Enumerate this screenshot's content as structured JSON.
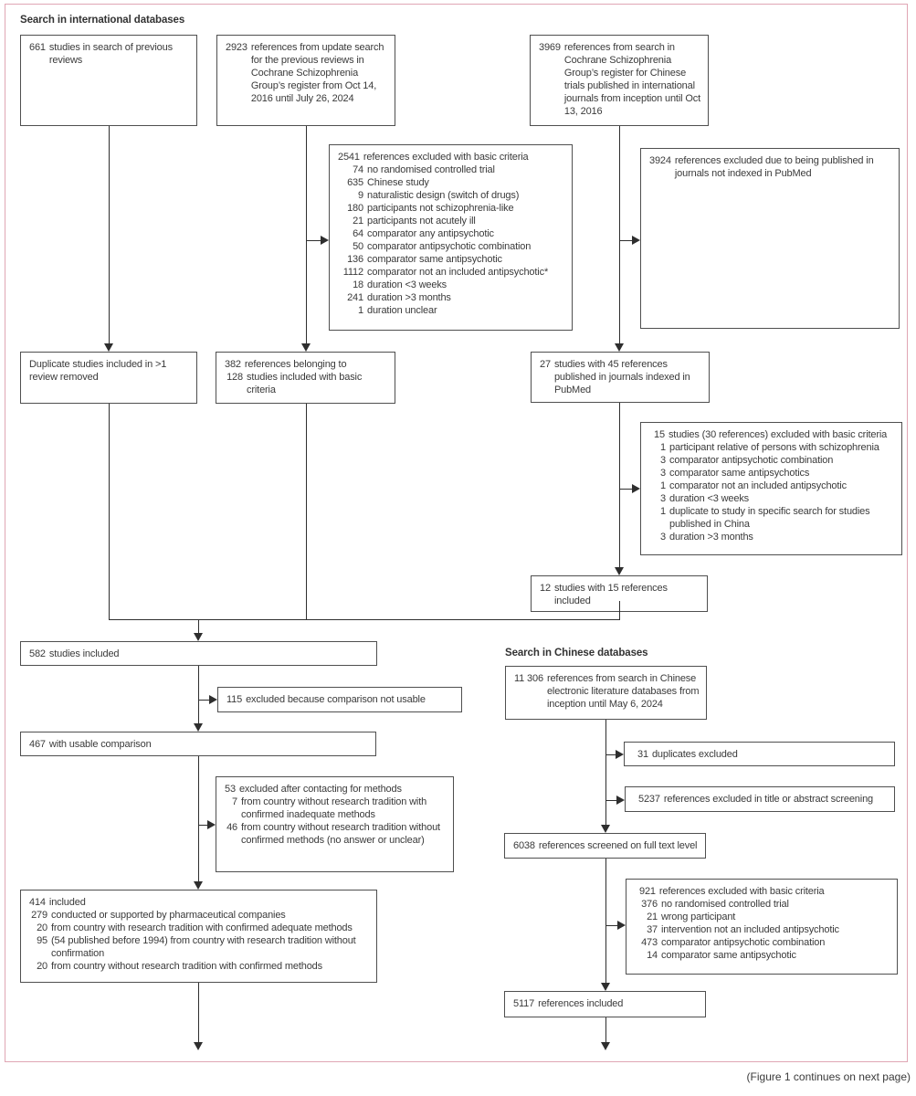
{
  "figure": {
    "section_international_label": "Search in international databases",
    "section_chinese_label": "Search in Chinese databases",
    "footer_note": "(Figure 1 continues on next page)",
    "frame_color": "#e0a6b4",
    "line_color": "#2e2e2e"
  },
  "boxes": {
    "previous_reviews": {
      "lines": [
        {
          "n": "661",
          "t": "studies in search of previous reviews"
        }
      ]
    },
    "update_search": {
      "lines": [
        {
          "n": "2923",
          "t": "references from update search for the previous reviews in Cochrane Schizophrenia Group’s register from Oct 14, 2016 until July 26, 2024"
        }
      ]
    },
    "chinese_trials_register": {
      "lines": [
        {
          "n": "3969",
          "t": "references from search in Cochrane Schizophrenia Group’s register for Chinese trials published in international journals from inception until Oct 13, 2016"
        }
      ]
    },
    "excluded_basic_2541": {
      "lines": [
        {
          "n": "2541",
          "t": "references excluded with basic criteria"
        },
        {
          "n": "74",
          "t": "no randomised controlled trial",
          "s": 1
        },
        {
          "n": "635",
          "t": "Chinese study",
          "s": 1
        },
        {
          "n": "9",
          "t": "naturalistic design (switch of drugs)",
          "s": 1
        },
        {
          "n": "180",
          "t": "participants not schizophrenia-like",
          "s": 1
        },
        {
          "n": "21",
          "t": "participants not acutely ill",
          "s": 1
        },
        {
          "n": "64",
          "t": "comparator any antipsychotic",
          "s": 1
        },
        {
          "n": "50",
          "t": "comparator antipsychotic combination",
          "s": 1
        },
        {
          "n": "136",
          "t": "comparator same antipsychotic",
          "s": 1
        },
        {
          "n": "1112",
          "t": "comparator not an included antipsychotic*",
          "s": 1
        },
        {
          "n": "18",
          "t": "duration <3 weeks",
          "s": 1
        },
        {
          "n": "241",
          "t": "duration >3 months",
          "s": 1
        },
        {
          "n": "1",
          "t": "duration unclear",
          "s": 1
        }
      ]
    },
    "excluded_not_pubmed": {
      "lines": [
        {
          "n": "3924",
          "t": "references excluded due to being published in journals not indexed in PubMed"
        }
      ]
    },
    "duplicates_removed": {
      "lines": [
        {
          "t": "Duplicate studies included in >1 review removed"
        }
      ]
    },
    "included_basic_382": {
      "lines": [
        {
          "n": "382",
          "t": "references belonging to"
        },
        {
          "n": "128",
          "t": "studies included with basic criteria",
          "s": 1
        }
      ]
    },
    "pubmed_indexed_27": {
      "lines": [
        {
          "n": "27",
          "t": "studies with 45 references published in journals indexed in PubMed"
        }
      ]
    },
    "excluded_basic_15": {
      "lines": [
        {
          "n": "15",
          "t": "studies (30 references) excluded with basic criteria"
        },
        {
          "n": "1",
          "t": "participant relative of persons with schizophrenia",
          "s": 1
        },
        {
          "n": "3",
          "t": "comparator antipsychotic combination",
          "s": 1
        },
        {
          "n": "3",
          "t": "comparator same antipsychotics",
          "s": 1
        },
        {
          "n": "1",
          "t": "comparator not an included antipsychotic",
          "s": 1
        },
        {
          "n": "3",
          "t": "duration <3 weeks",
          "s": 1
        },
        {
          "n": "1",
          "t": "duplicate to study in specific search for studies published in China",
          "s": 1
        },
        {
          "n": "3",
          "t": "duration >3 months",
          "s": 1
        }
      ]
    },
    "included_12": {
      "lines": [
        {
          "n": "12",
          "t": "studies with 15 references included"
        }
      ]
    },
    "studies_included_582": {
      "lines": [
        {
          "n": "582",
          "t": "studies included"
        }
      ]
    },
    "excluded_115": {
      "lines": [
        {
          "n": "115",
          "t": "excluded because comparison not usable"
        }
      ]
    },
    "usable_comparison_467": {
      "lines": [
        {
          "n": "467",
          "t": "with usable comparison"
        }
      ]
    },
    "excluded_53": {
      "lines": [
        {
          "n": "53",
          "t": "excluded after contacting for methods"
        },
        {
          "n": "7",
          "t": "from country without research tradition with confirmed inadequate methods",
          "s": 1
        },
        {
          "n": "46",
          "t": "from country without research tradition without confirmed methods (no answer or unclear)",
          "s": 1
        }
      ]
    },
    "included_414": {
      "lines": [
        {
          "n": "414",
          "t": "included"
        },
        {
          "n": "279",
          "t": "conducted or supported by pharmaceutical companies",
          "s": 1
        },
        {
          "n": "20",
          "t": "from country with research tradition with confirmed adequate methods",
          "s": 1
        },
        {
          "n": "95",
          "t": "(54 published before 1994) from country with research tradition without confirmation",
          "s": 1
        },
        {
          "n": "20",
          "t": "from country without research tradition with confirmed methods",
          "s": 1
        }
      ]
    },
    "chinese_databases_search": {
      "lines": [
        {
          "n": "11 306",
          "t": "references from search in Chinese electronic literature databases from inception until May 6, 2024"
        }
      ]
    },
    "duplicates_31": {
      "lines": [
        {
          "n": "31",
          "t": "duplicates excluded"
        }
      ]
    },
    "excluded_screening_5237": {
      "lines": [
        {
          "n": "5237",
          "t": "references excluded in title or abstract screening"
        }
      ]
    },
    "fulltext_6038": {
      "lines": [
        {
          "n": "6038",
          "t": "references screened on full text level"
        }
      ]
    },
    "excluded_basic_921": {
      "lines": [
        {
          "n": "921",
          "t": "references excluded with basic criteria"
        },
        {
          "n": "376",
          "t": "no randomised controlled trial",
          "s": 1
        },
        {
          "n": "21",
          "t": "wrong participant",
          "s": 1
        },
        {
          "n": "37",
          "t": "intervention not an included antipsychotic",
          "s": 1
        },
        {
          "n": "473",
          "t": "comparator antipsychotic combination",
          "s": 1
        },
        {
          "n": "14",
          "t": "comparator same antipsychotic",
          "s": 1
        }
      ]
    },
    "references_included_5117": {
      "lines": [
        {
          "n": "5117",
          "t": "references included"
        }
      ]
    }
  }
}
